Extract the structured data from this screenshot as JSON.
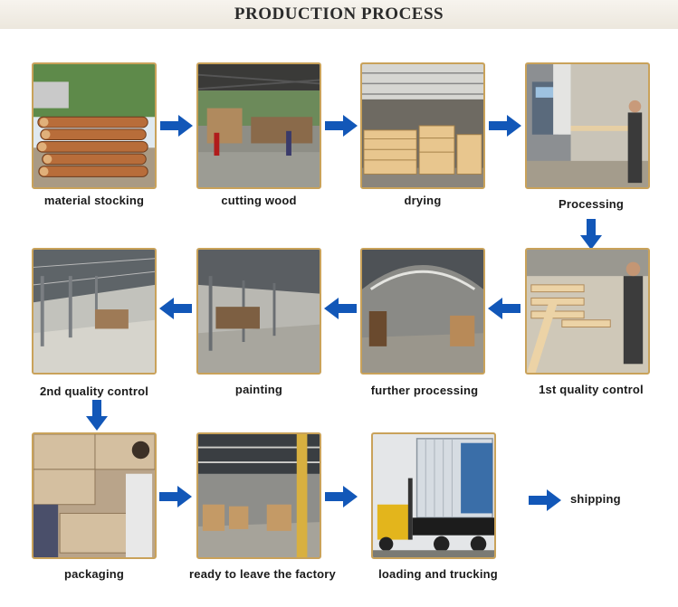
{
  "page": {
    "title": "PRODUCTION PROCESS"
  },
  "colors": {
    "frame": "#c9a25a",
    "arrow": "#1257b8",
    "banner": "#ece7dd"
  },
  "steps": [
    {
      "label": "material stocking",
      "icon": "logs-photo"
    },
    {
      "label": "cutting wood",
      "icon": "sawmill-photo"
    },
    {
      "label": "drying",
      "icon": "lumber-stack-photo"
    },
    {
      "label": "Processing",
      "icon": "machine-photo"
    },
    {
      "label": "1st quality control",
      "icon": "frames-photo"
    },
    {
      "label": "further processing",
      "icon": "workshop-photo"
    },
    {
      "label": "painting",
      "icon": "warehouse-photo"
    },
    {
      "label": "2nd quality control",
      "icon": "warehouse-photo"
    },
    {
      "label": "packaging",
      "icon": "boxes-photo"
    },
    {
      "label": "ready to leave the factory",
      "icon": "pallets-photo"
    },
    {
      "label": "loading and trucking",
      "icon": "container-truck-photo"
    },
    {
      "label": "shipping",
      "icon": "arrow-right-icon"
    }
  ]
}
